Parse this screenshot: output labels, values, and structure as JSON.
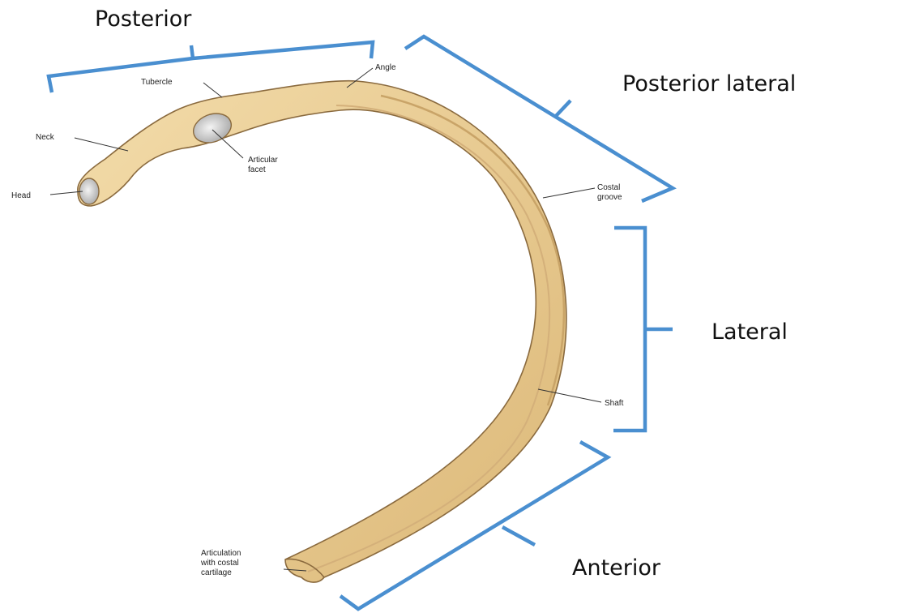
{
  "regions": {
    "posterior": "Posterior",
    "posterior_lateral": "Posterior lateral",
    "lateral": "Lateral",
    "anterior": "Anterior"
  },
  "anatomy": {
    "angle": "Angle",
    "tubercle": "Tubercle",
    "neck": "Neck",
    "articular_facet": [
      "Articular",
      "facet"
    ],
    "head": "Head",
    "costal_groove": [
      "Costal",
      "groove"
    ],
    "shaft": "Shaft",
    "articulation": [
      "Articulation",
      "with costal",
      "cartilage"
    ]
  },
  "colors": {
    "bracket": "#4a8fd0",
    "bone_fill": "#ecd09a",
    "bone_shadow": "#c9a468",
    "bone_outline": "#8a6a3e",
    "facet": "#cfcfcf"
  }
}
